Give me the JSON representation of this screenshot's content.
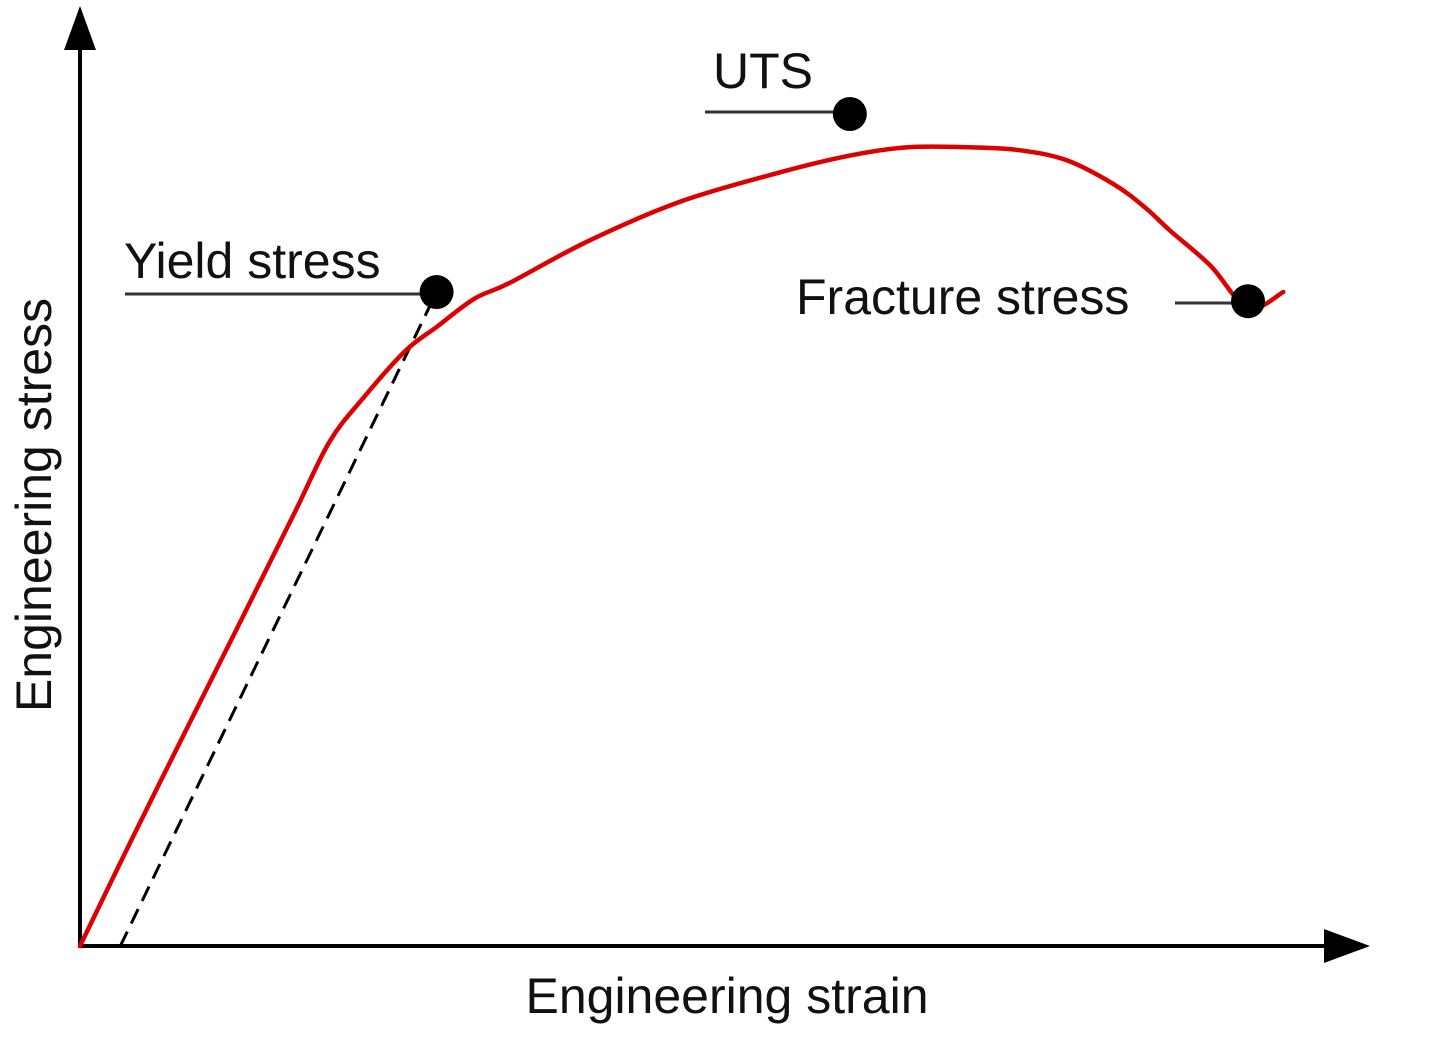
{
  "chart_data": {
    "type": "line",
    "title": "",
    "xlabel": "Engineering strain",
    "ylabel": "Engineering stress",
    "xlim": [
      0,
      100
    ],
    "ylim": [
      0,
      100
    ],
    "grid": false,
    "colors": {
      "curve": "#dd0000",
      "axes": "#000000",
      "offset_line": "#000000",
      "markers": "#000000"
    },
    "series": [
      {
        "x": [
          0,
          4.2,
          8.5,
          12.8,
          17.1,
          19.8,
          22.5,
          25.8,
          28.3,
          31.3,
          34.1,
          40.3,
          47.7,
          55.6,
          61.1,
          65.7,
          70.5,
          74.3,
          78.2,
          82.0,
          84.5,
          86.5,
          89.7,
          92.7,
          95.5
        ],
        "y": [
          0,
          13.1,
          26.2,
          39.2,
          52.3,
          60.6,
          65.9,
          71.5,
          74.4,
          77.8,
          79.7,
          84.7,
          89.5,
          93.0,
          95.0,
          96.0,
          96.0,
          95.7,
          94.5,
          91.6,
          88.8,
          86.0,
          81.8,
          76.7,
          78.6
        ]
      }
    ],
    "offset_line": {
      "x": [
        3.2,
        28.3
      ],
      "y": [
        0,
        78.6
      ]
    },
    "annotations": [
      {
        "id": "yield",
        "text": "Yield stress",
        "x": 28.3,
        "y": 78.6
      },
      {
        "id": "uts",
        "text": "UTS",
        "x": 61.1,
        "y": 100
      },
      {
        "id": "fracture",
        "text": "Fracture stress",
        "x": 92.7,
        "y": 77.5
      }
    ]
  }
}
